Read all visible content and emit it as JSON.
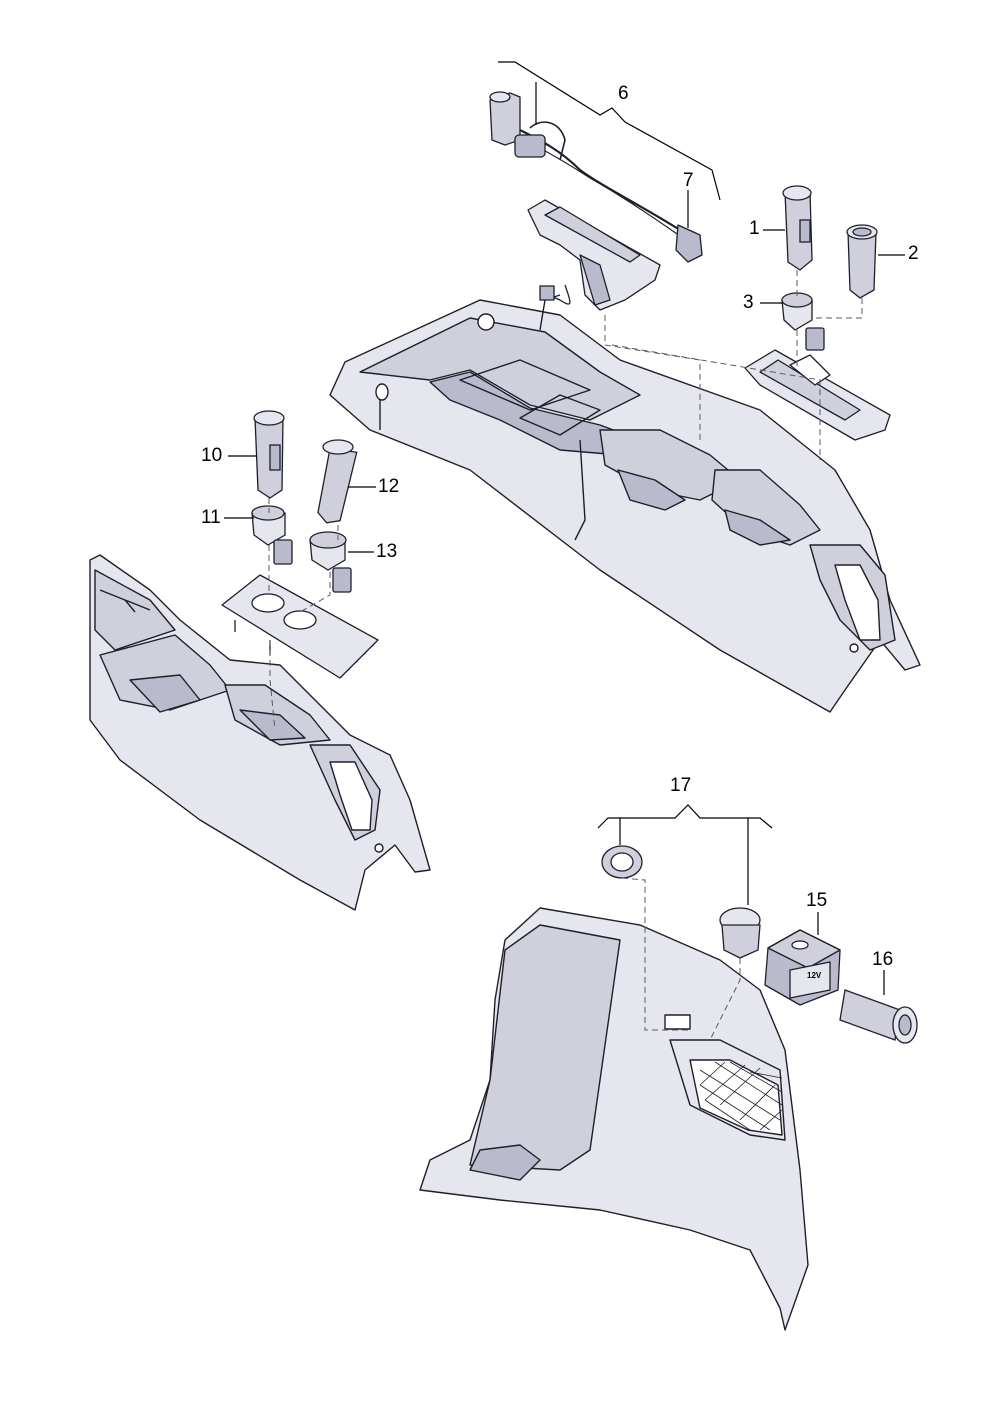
{
  "colors": {
    "panel_fill": "#e6e6ee",
    "panel_shade": "#cfd0dc",
    "panel_dark": "#b9bacb",
    "stroke": "#1f1f2b",
    "leader": "#000000",
    "dashed_guide": "#5a5a6a"
  },
  "callouts": {
    "c1": "1",
    "c2": "2",
    "c3": "3",
    "c6": "6",
    "c7": "7",
    "c10": "10",
    "c11": "11",
    "c12": "12",
    "c13": "13",
    "c15": "15",
    "c16": "16",
    "c17": "17"
  },
  "socket_marking": "12V"
}
